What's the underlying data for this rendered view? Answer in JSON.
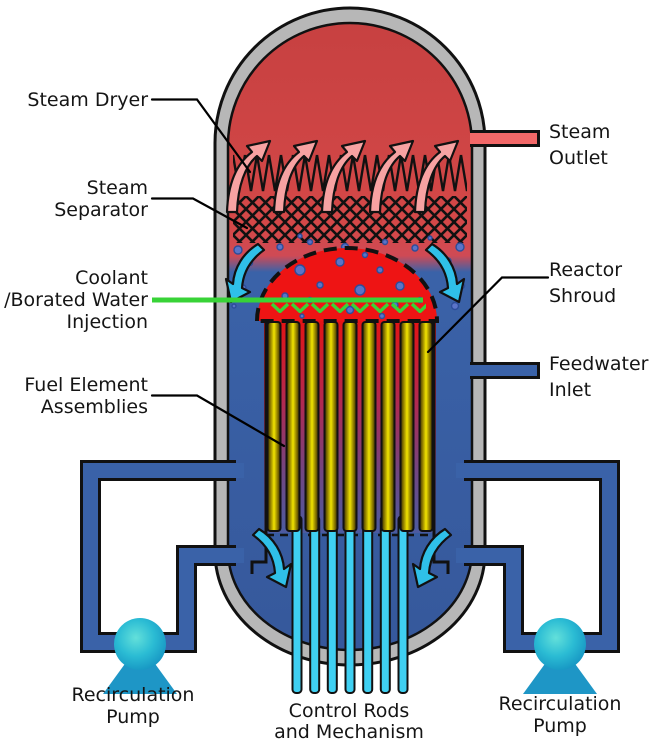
{
  "labels": {
    "steam_dryer": "Steam Dryer",
    "steam_separator": [
      "Steam",
      "Separator"
    ],
    "coolant_injection": [
      "Coolant",
      "/Borated Water",
      "Injection"
    ],
    "fuel_assemblies": [
      "Fuel Element",
      "Assemblies"
    ],
    "steam_outlet": [
      "Steam",
      "Outlet"
    ],
    "reactor_shroud": [
      "Reactor",
      "Shroud"
    ],
    "feedwater_inlet": [
      "Feedwater",
      "Inlet"
    ],
    "recirc_pump_left": [
      "Recirculation",
      "Pump"
    ],
    "recirc_pump_right": [
      "Recirculation",
      "Pump"
    ],
    "control_rods": [
      "Control Rods",
      "and Mechanism"
    ]
  },
  "colors": {
    "steam_red": "#d44848",
    "water_blue": "#3a62a8",
    "dome_red": "#ee1414",
    "wall_gray": "#b7b7b7",
    "pipe_blue": "#3a62a8",
    "steam_pipe_red": "#f26868",
    "control_rod_cyan": "#3fd0f2",
    "injection_green": "#38d337",
    "arrow_pink": "#f7a2a2",
    "arrow_cyan": "#2fc0e8",
    "fuel_yellow": "#f2e500",
    "pump_teal": "#2bbcd4",
    "outline_black": "#111111"
  }
}
